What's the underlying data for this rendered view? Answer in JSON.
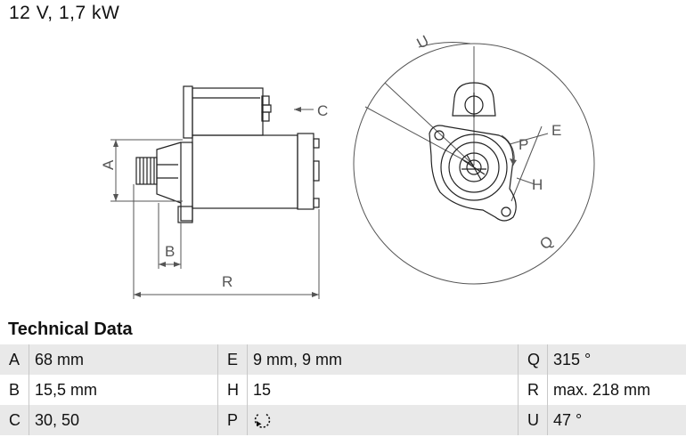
{
  "headline": "12 V, 1,7 kW",
  "diagram": {
    "labels": {
      "A": "A",
      "B": "B",
      "C": "C",
      "R": "R",
      "U": "U",
      "E": "E",
      "P": "P",
      "H": "H",
      "Q": "Q"
    },
    "line_color": "#222222",
    "dim_color": "#555555"
  },
  "technical_data": {
    "title": "Technical Data",
    "rows": [
      [
        {
          "key": "A",
          "value": "68 mm"
        },
        {
          "key": "E",
          "value": "9 mm, 9 mm"
        },
        {
          "key": "Q",
          "value": "315 °"
        }
      ],
      [
        {
          "key": "B",
          "value": "15,5 mm"
        },
        {
          "key": "H",
          "value": "15"
        },
        {
          "key": "R",
          "value": "max. 218 mm"
        }
      ],
      [
        {
          "key": "C",
          "value": "30, 50"
        },
        {
          "key": "P",
          "value": "",
          "icon": "counterclockwise-rotation-icon"
        },
        {
          "key": "U",
          "value": "47 °"
        }
      ]
    ]
  }
}
